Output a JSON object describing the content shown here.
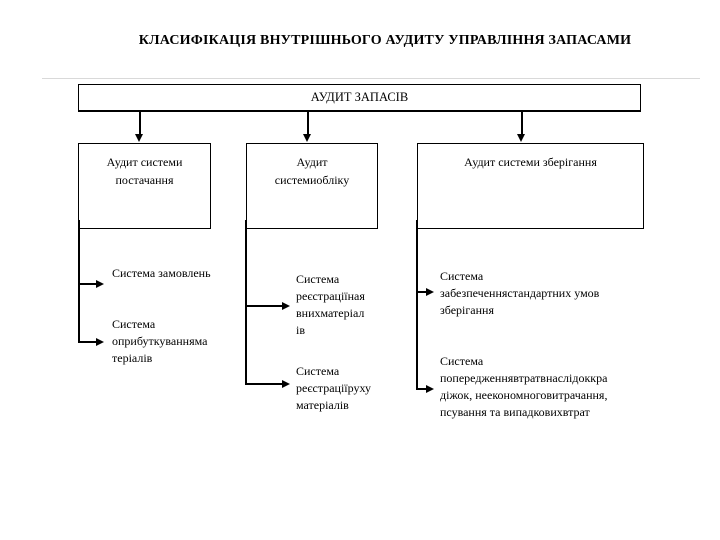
{
  "title": "КЛАСИФІКАЦІЯ ВНУТРІШНЬОГО АУДИТУ УПРАВЛІННЯ ЗАПАСАМИ",
  "root_box": {
    "label": "АУДИТ ЗАПАСІВ"
  },
  "branches": [
    {
      "box_label": "Аудит системи\nпостачання",
      "items": [
        "Система замовлень",
        "Система\nоприбуткуванняма\nтеріалів"
      ]
    },
    {
      "box_label": "Аудит\nсистемиобліку",
      "items": [
        "Система\nреєстраціїная\nвнихматеріал\nів",
        "Система\nреєстраціїруху\nматеріалів"
      ]
    },
    {
      "box_label": "Аудит системи зберігання",
      "items": [
        "Система\nзабезпеченнястандартних умов\nзберігання",
        "Система\nпопередженнявтратвнаслідоккра\nдіжок, неекономноговитрачання,\nпсування та випадковихвтрат"
      ]
    }
  ],
  "colors": {
    "background": "#ffffff",
    "line": "#000000",
    "text": "#000000",
    "placeholder_line": "#d9d9d9"
  }
}
